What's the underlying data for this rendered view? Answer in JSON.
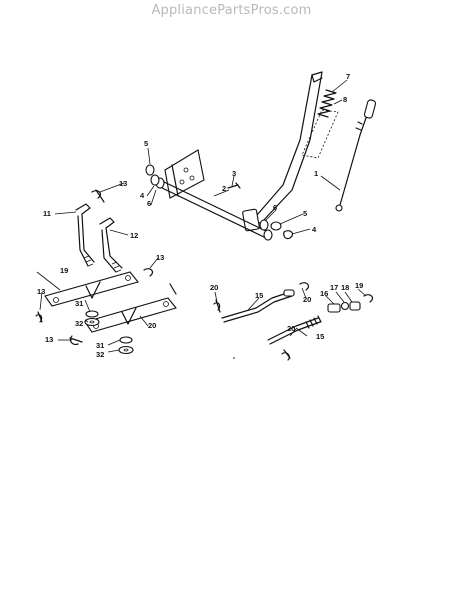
{
  "header": {
    "watermark": "AppliancePartsPros.com"
  },
  "callouts": [
    {
      "id": "c1",
      "text": "1"
    },
    {
      "id": "c2",
      "text": "2"
    },
    {
      "id": "c3",
      "text": "3"
    },
    {
      "id": "c4a",
      "text": "4"
    },
    {
      "id": "c4b",
      "text": "4"
    },
    {
      "id": "c5a",
      "text": "5"
    },
    {
      "id": "c5b",
      "text": "5"
    },
    {
      "id": "c6a",
      "text": "6"
    },
    {
      "id": "c6b",
      "text": "6"
    },
    {
      "id": "c7",
      "text": "7"
    },
    {
      "id": "c8",
      "text": "8"
    },
    {
      "id": "c11",
      "text": "11"
    },
    {
      "id": "c12",
      "text": "12"
    },
    {
      "id": "c13a",
      "text": "13"
    },
    {
      "id": "c13b",
      "text": "13"
    },
    {
      "id": "c13c",
      "text": "13"
    },
    {
      "id": "c13d",
      "text": "13"
    },
    {
      "id": "c15a",
      "text": "15"
    },
    {
      "id": "c15b",
      "text": "15"
    },
    {
      "id": "c16",
      "text": "16"
    },
    {
      "id": "c17",
      "text": "17"
    },
    {
      "id": "c18",
      "text": "18"
    },
    {
      "id": "c19a",
      "text": "19"
    },
    {
      "id": "c19b",
      "text": "19"
    },
    {
      "id": "c20a",
      "text": "20"
    },
    {
      "id": "c20b",
      "text": "20"
    },
    {
      "id": "c20c",
      "text": "20"
    },
    {
      "id": "c20d",
      "text": "20"
    },
    {
      "id": "c31a",
      "text": "31"
    },
    {
      "id": "c31b",
      "text": "31"
    },
    {
      "id": "c32a",
      "text": "32"
    },
    {
      "id": "c32b",
      "text": "32"
    }
  ]
}
